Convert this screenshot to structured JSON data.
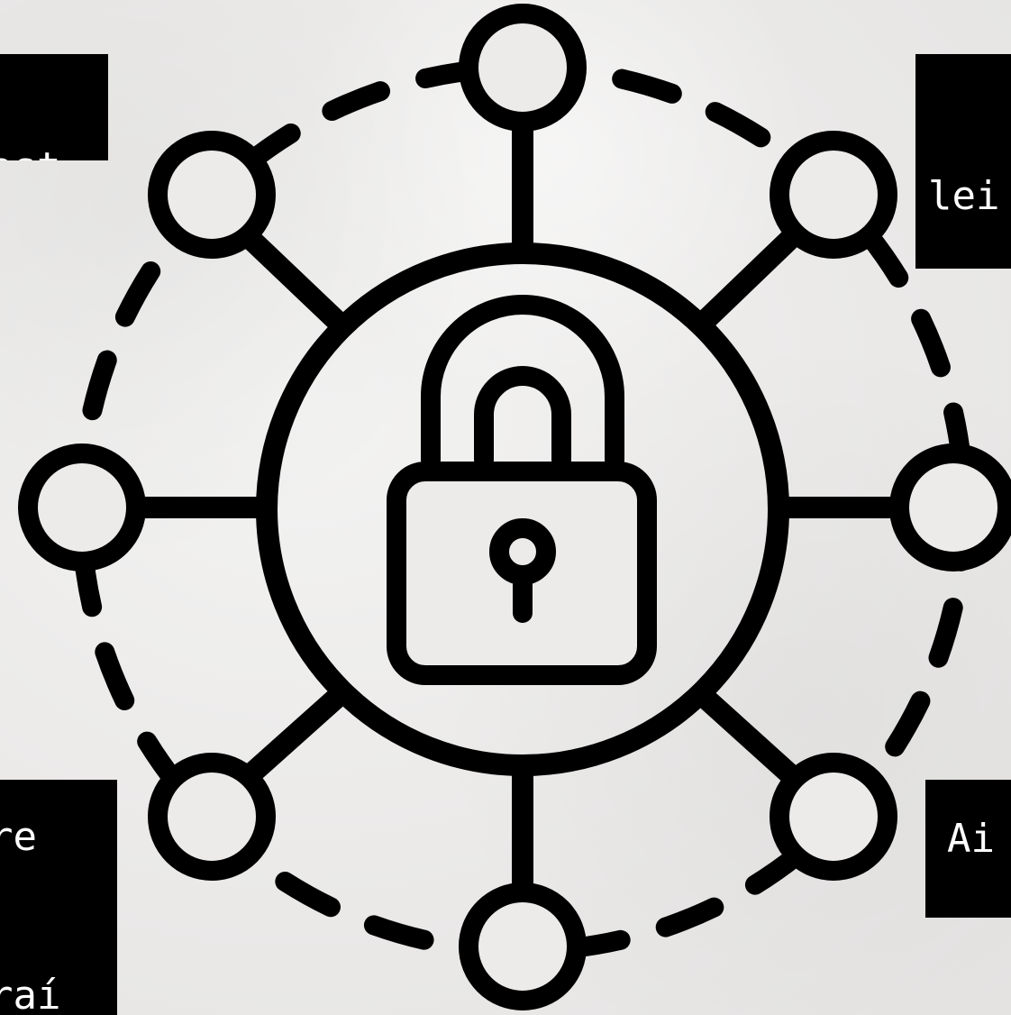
{
  "labels": {
    "top_left": "ost",
    "top_right": "lei",
    "bottom_left_line1": "re",
    "bottom_left_line2": "raí",
    "bottom_right": "Ai"
  },
  "icons": {
    "center": "padlock-icon",
    "network": "network-nodes-icon"
  },
  "colors": {
    "ink": "#000000",
    "paper": "#ecebea",
    "label_text": "#ffffff"
  }
}
